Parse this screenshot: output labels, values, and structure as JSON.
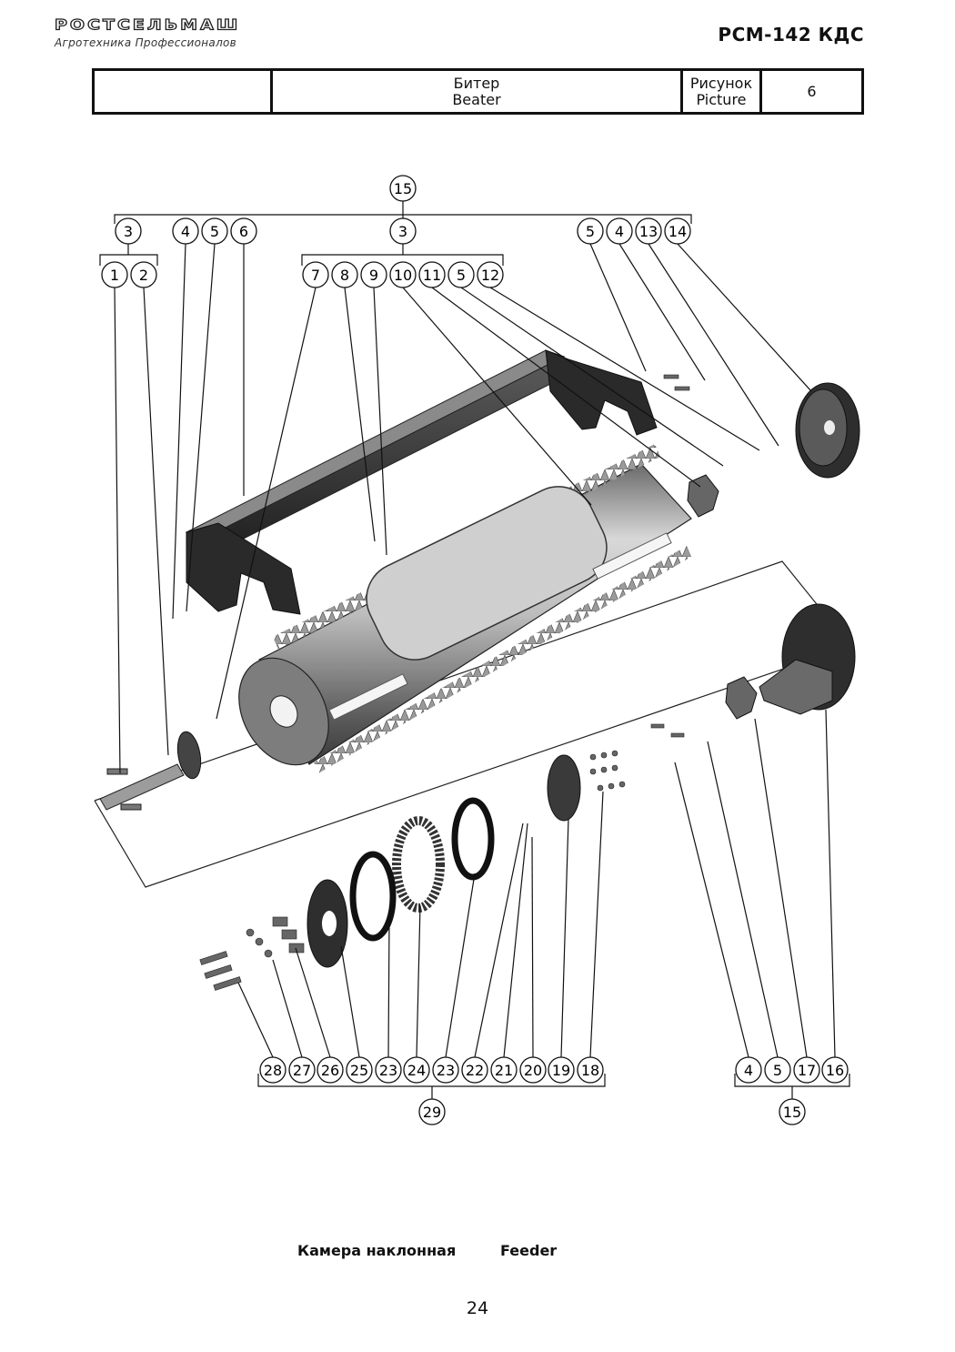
{
  "header": {
    "logo_name": "РОСТСЕЛЬМАШ",
    "logo_tagline": "Агротехника Профессионалов",
    "model": "РСМ-142 КДС"
  },
  "title_block": {
    "name_ru": "Битер",
    "name_en": "Beater",
    "picture_label_ru": "Рисунок",
    "picture_label_en": "Picture",
    "picture_number": "6"
  },
  "callouts": {
    "top_assembly": "15",
    "group_left": "3",
    "group_center": "3",
    "left_parts": [
      "1",
      "2"
    ],
    "left_fasteners": [
      "4",
      "5",
      "6"
    ],
    "center_parts": [
      "7",
      "8",
      "9",
      "10",
      "11",
      "5",
      "12"
    ],
    "right_parts": [
      "5",
      "4",
      "13",
      "14"
    ],
    "bottom_drive": [
      "28",
      "27",
      "26",
      "25",
      "23",
      "24",
      "23",
      "22",
      "21",
      "20",
      "19",
      "18"
    ],
    "bottom_drive_assembly": "29",
    "bottom_right": [
      "4",
      "5",
      "17",
      "16"
    ],
    "bottom_right_assembly": "15"
  },
  "footer": {
    "section_ru": "Камера наклонная",
    "section_en": "Feeder",
    "page_number": "24"
  }
}
